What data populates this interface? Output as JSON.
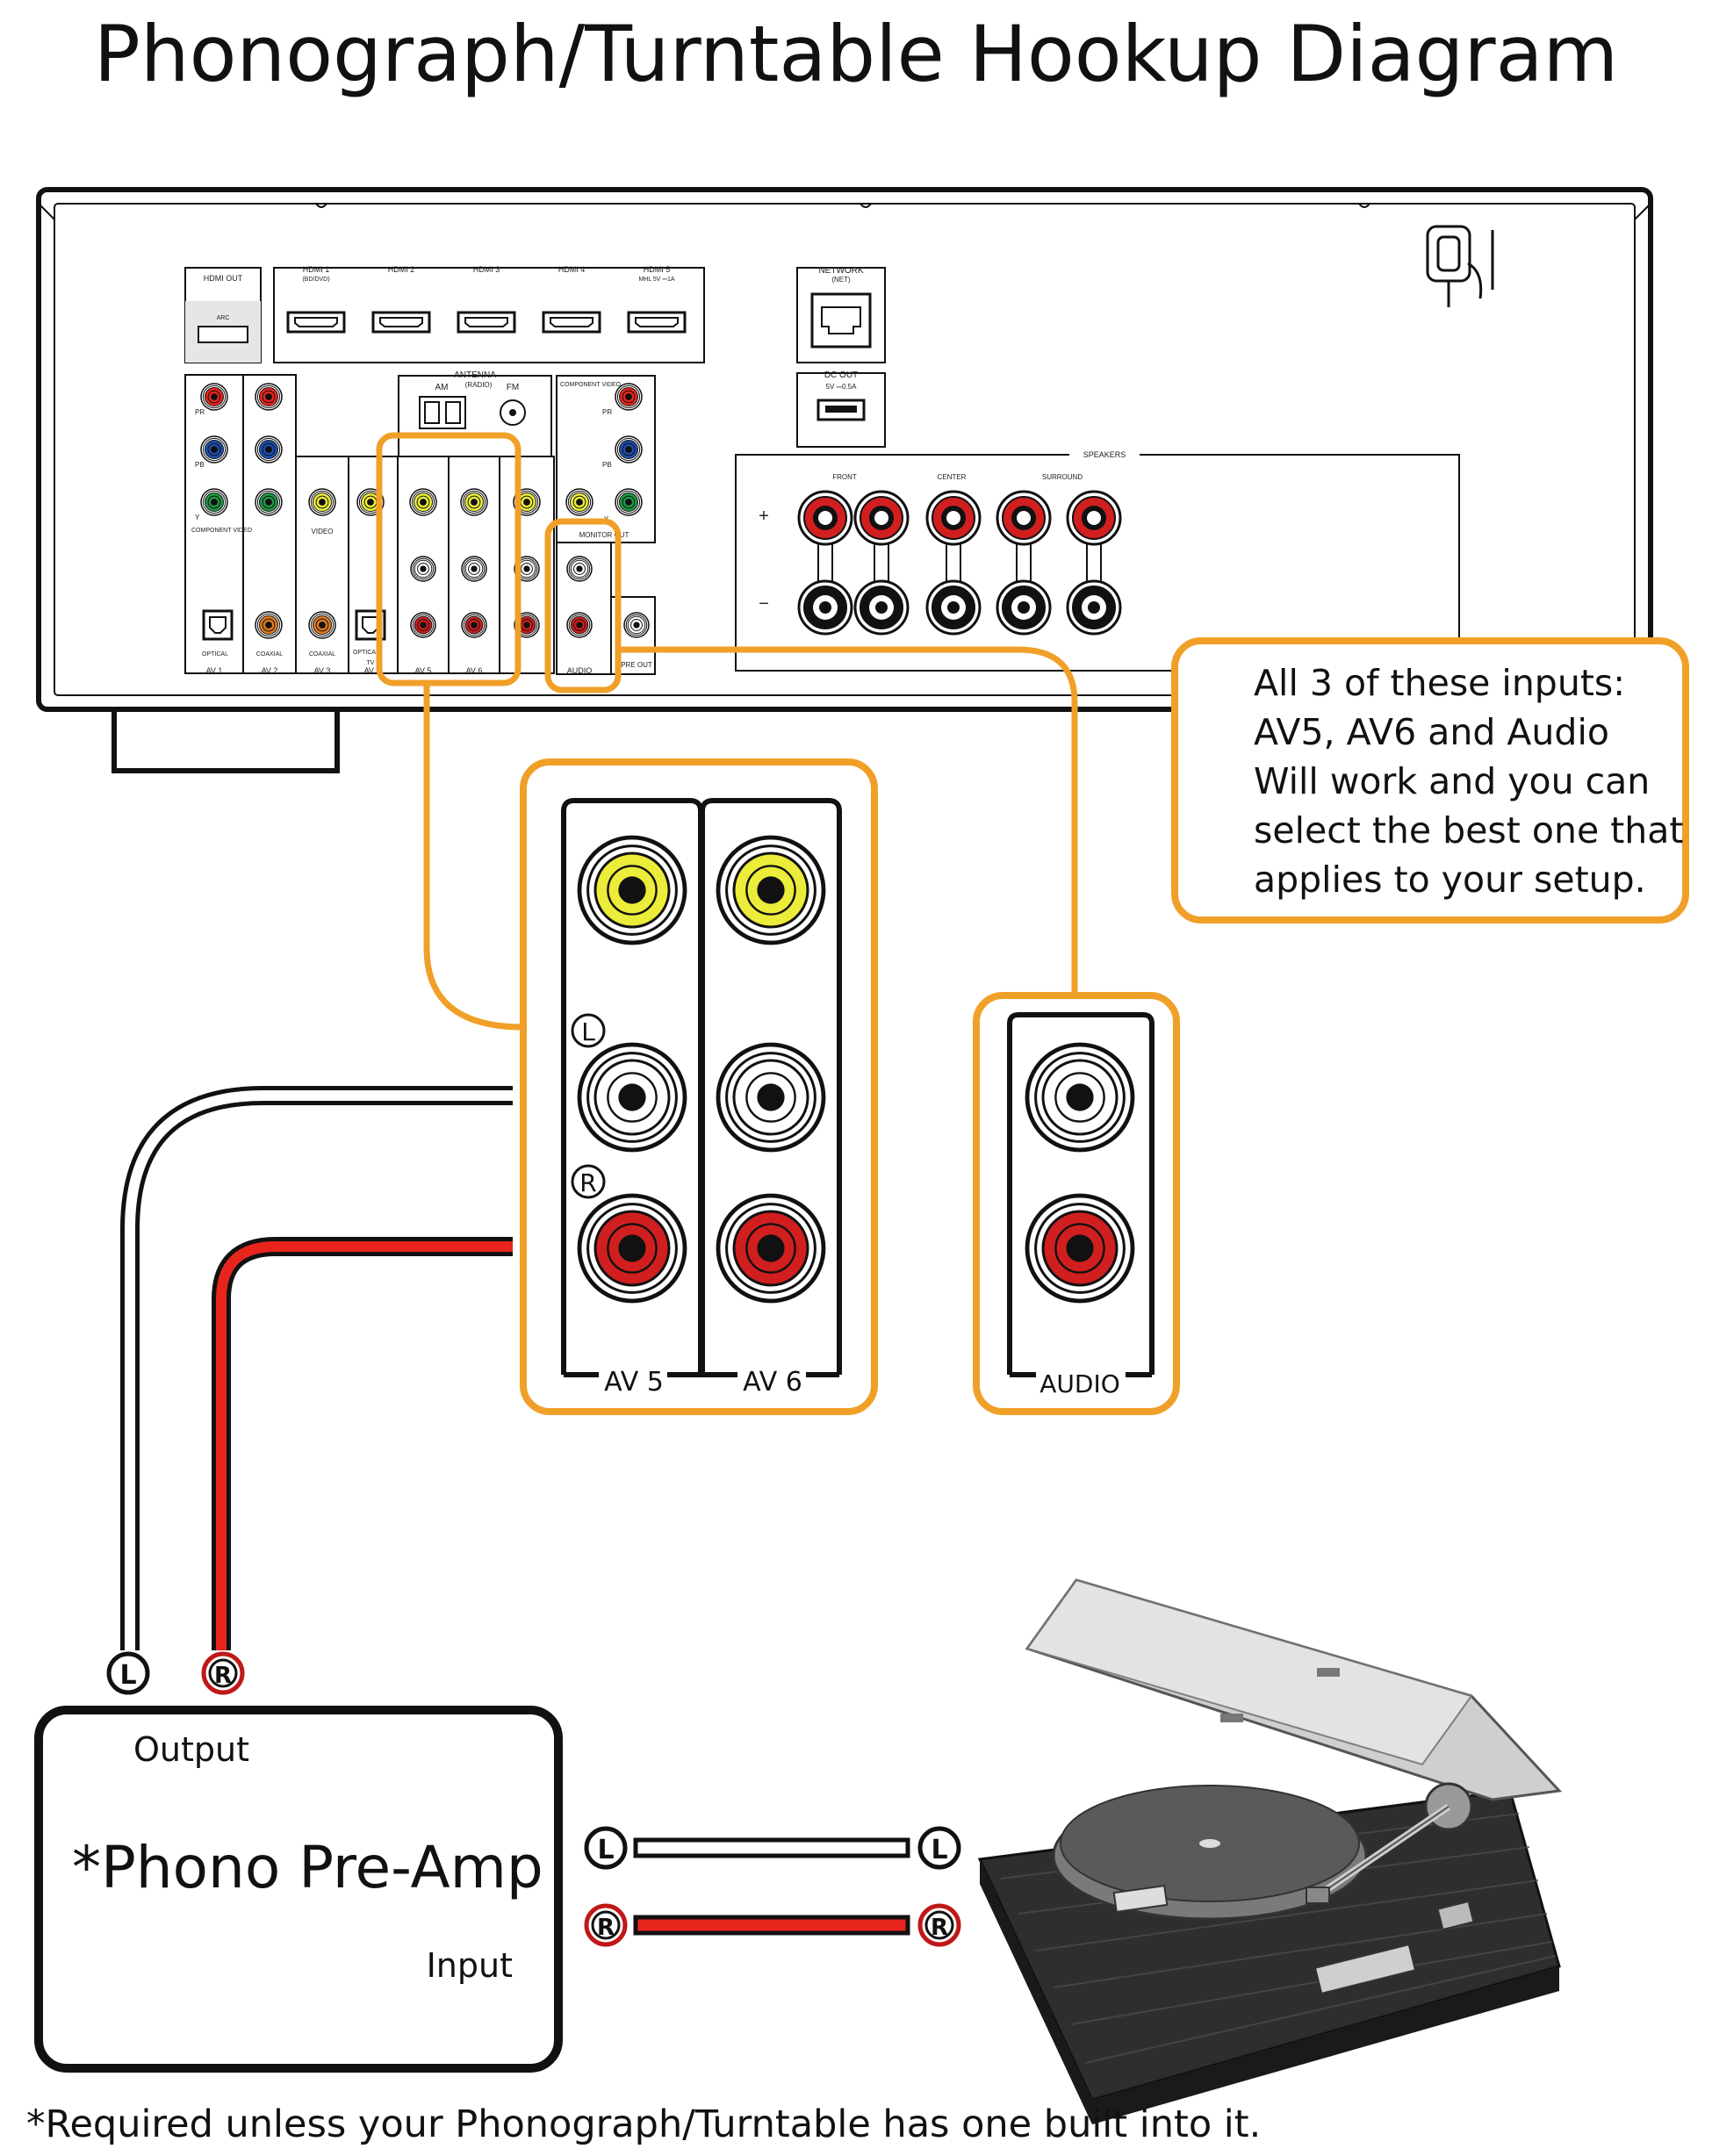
{
  "title": "Phonograph/Turntable Hookup Diagram",
  "receiver": {
    "hdmi_out": "HDMI OUT",
    "arc": "ARC",
    "hdmi_inputs": [
      {
        "label": "HDMI 1",
        "sub": "(BD/DVD)"
      },
      {
        "label": "HDMI 2",
        "sub": ""
      },
      {
        "label": "HDMI 3",
        "sub": ""
      },
      {
        "label": "HDMI 4",
        "sub": ""
      },
      {
        "label": "HDMI 5",
        "sub": "MHL  5V ⎓1A"
      }
    ],
    "network": "NETWORK",
    "network_sub": "(NET)",
    "dc_out": "DC OUT",
    "dc_out_sub": "5V ⎓0.5A",
    "antenna": "ANTENNA",
    "antenna_sub": "(RADIO)",
    "am": "AM",
    "fm": "FM",
    "component_video": "COMPONENT VIDEO",
    "video": "VIDEO",
    "monitor_out": "MONITOR OUT",
    "pre_out": "PRE OUT",
    "optical": "OPTICAL",
    "coaxial": "COAXIAL",
    "tv": "TV",
    "pb": "PB",
    "pr": "PR",
    "y": "Y",
    "bottom_labels": [
      "AV 1",
      "AV 2",
      "AV 3",
      "AV 4",
      "AV 5",
      "AV 6",
      "AUDIO"
    ],
    "speakers": "SPEAKERS",
    "front": "FRONT",
    "center": "CENTER",
    "surround": "SURROUND",
    "plus": "+",
    "minus": "−"
  },
  "callout": {
    "lines": [
      "All 3 of these inputs:",
      "AV5, AV6 and Audio",
      "Will work and you can",
      "select the best one that",
      "applies to your setup."
    ]
  },
  "inset": {
    "av5": "AV  5",
    "av6": "AV  6",
    "audio": "AUDIO",
    "left": "L",
    "right": "R"
  },
  "preamp": {
    "output": "Output",
    "name": "*Phono Pre-Amp",
    "input": "Input"
  },
  "footnote": "*Required unless your Phonograph/Turntable has one built into it.",
  "colors": {
    "orange": "#f0a028",
    "red": "#e8251d",
    "yellow": "#ecec3a",
    "green": "#1e9a46",
    "blue": "#1d4fb0",
    "jack_red": "#d11f1f"
  }
}
